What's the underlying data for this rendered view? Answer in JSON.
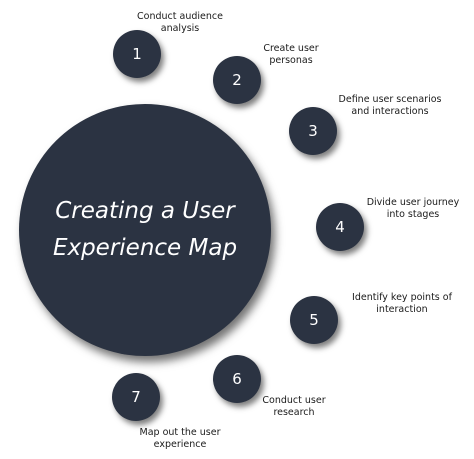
{
  "title": {
    "line1": "Creating a User",
    "line2": "Experience Map"
  },
  "steps": [
    {
      "number": "1",
      "line1": "Conduct audience",
      "line2": "analysis"
    },
    {
      "number": "2",
      "line1": "Create user",
      "line2": "personas"
    },
    {
      "number": "3",
      "line1": "Define user scenarios",
      "line2": "and interactions"
    },
    {
      "number": "4",
      "line1": "Divide user journey",
      "line2": "into stages"
    },
    {
      "number": "5",
      "line1": "Identify key points of",
      "line2": "interaction"
    },
    {
      "number": "6",
      "line1": "Conduct user",
      "line2": "research"
    },
    {
      "number": "7",
      "line1": "Map out the user",
      "line2": "experience"
    }
  ],
  "colors": {
    "circle": "#2b3342",
    "circle_text": "#ffffff",
    "label_text": "#1a1a1a",
    "background": "#ffffff"
  }
}
